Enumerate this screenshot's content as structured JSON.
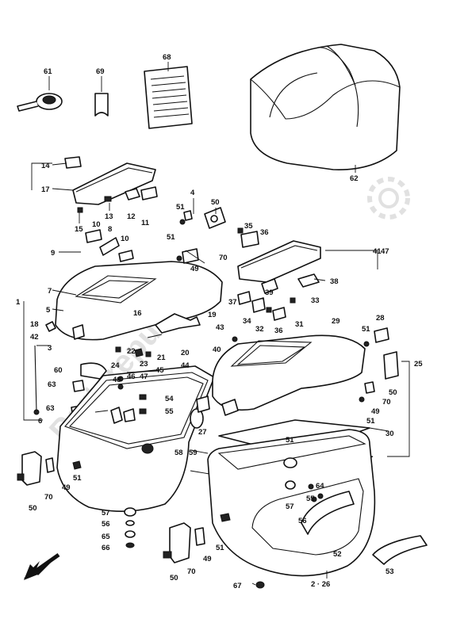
{
  "labels": [
    {
      "id": "l61",
      "text": "61"
    },
    {
      "id": "l69",
      "text": "69"
    },
    {
      "id": "l68",
      "text": "68"
    },
    {
      "id": "l62",
      "text": "62"
    },
    {
      "id": "l14",
      "text": "14"
    },
    {
      "id": "l17",
      "text": "17"
    },
    {
      "id": "l13",
      "text": "13"
    },
    {
      "id": "l12",
      "text": "12"
    },
    {
      "id": "l11",
      "text": "11"
    },
    {
      "id": "l15",
      "text": "15"
    },
    {
      "id": "l4",
      "text": "4"
    },
    {
      "id": "l50a",
      "text": "50"
    },
    {
      "id": "l51a",
      "text": "51"
    },
    {
      "id": "l10a",
      "text": "10"
    },
    {
      "id": "l8",
      "text": "8"
    },
    {
      "id": "l9",
      "text": "9"
    },
    {
      "id": "l10b",
      "text": "10"
    },
    {
      "id": "l51b",
      "text": "51"
    },
    {
      "id": "l70a",
      "text": "70"
    },
    {
      "id": "l49a",
      "text": "49"
    },
    {
      "id": "l35",
      "text": "35"
    },
    {
      "id": "l36",
      "text": "36"
    },
    {
      "id": "l47",
      "text": "47"
    },
    {
      "id": "l7",
      "text": "7"
    },
    {
      "id": "l38",
      "text": "38"
    },
    {
      "id": "l1",
      "text": "1"
    },
    {
      "id": "l5",
      "text": "5"
    },
    {
      "id": "l16",
      "text": "16"
    },
    {
      "id": "l37",
      "text": "37"
    },
    {
      "id": "l39",
      "text": "39"
    },
    {
      "id": "l33",
      "text": "33"
    },
    {
      "id": "l34",
      "text": "34"
    },
    {
      "id": "l32",
      "text": "32"
    },
    {
      "id": "l36b",
      "text": "36"
    },
    {
      "id": "l19",
      "text": "19"
    },
    {
      "id": "l43",
      "text": "43"
    },
    {
      "id": "l31",
      "text": "31"
    },
    {
      "id": "l29",
      "text": "29"
    },
    {
      "id": "l28",
      "text": "28"
    },
    {
      "id": "l18",
      "text": "18"
    },
    {
      "id": "l42",
      "text": "42"
    },
    {
      "id": "l3",
      "text": "3"
    },
    {
      "id": "l51c",
      "text": "51"
    },
    {
      "id": "l25",
      "text": "25"
    },
    {
      "id": "l22",
      "text": "22"
    },
    {
      "id": "l21",
      "text": "21"
    },
    {
      "id": "l20",
      "text": "20"
    },
    {
      "id": "l40",
      "text": "40"
    },
    {
      "id": "l23",
      "text": "23"
    },
    {
      "id": "l44",
      "text": "44"
    },
    {
      "id": "l24",
      "text": "24"
    },
    {
      "id": "l47b",
      "text": "47"
    },
    {
      "id": "l45",
      "text": "45"
    },
    {
      "id": "l46",
      "text": "46"
    },
    {
      "id": "l60",
      "text": "60"
    },
    {
      "id": "l48",
      "text": "48"
    },
    {
      "id": "l63a",
      "text": "63"
    },
    {
      "id": "l54",
      "text": "54"
    },
    {
      "id": "l55a",
      "text": "55"
    },
    {
      "id": "l50b",
      "text": "50"
    },
    {
      "id": "l70b",
      "text": "70"
    },
    {
      "id": "l49b",
      "text": "49"
    },
    {
      "id": "l51d",
      "text": "51"
    },
    {
      "id": "l63b",
      "text": "63"
    },
    {
      "id": "l6",
      "text": "6"
    },
    {
      "id": "l27",
      "text": "27"
    },
    {
      "id": "l51e",
      "text": "51"
    },
    {
      "id": "l30",
      "text": "30"
    },
    {
      "id": "l58",
      "text": "58"
    },
    {
      "id": "l59",
      "text": "59"
    },
    {
      "id": "l50c",
      "text": "50"
    },
    {
      "id": "l70c",
      "text": "70"
    },
    {
      "id": "l49c",
      "text": "49"
    },
    {
      "id": "l51f",
      "text": "51"
    },
    {
      "id": "l64",
      "text": "64"
    },
    {
      "id": "l57a",
      "text": "57"
    },
    {
      "id": "l55b",
      "text": "55"
    },
    {
      "id": "l56a",
      "text": "56"
    },
    {
      "id": "l57b",
      "text": "57"
    },
    {
      "id": "l56b",
      "text": "56"
    },
    {
      "id": "l65",
      "text": "65"
    },
    {
      "id": "l66",
      "text": "66"
    },
    {
      "id": "l50d",
      "text": "50"
    },
    {
      "id": "l70d",
      "text": "70"
    },
    {
      "id": "l49d",
      "text": "49"
    },
    {
      "id": "l51g",
      "text": "51"
    },
    {
      "id": "l52",
      "text": "52"
    },
    {
      "id": "l53",
      "text": "53"
    },
    {
      "id": "l67",
      "text": "67"
    },
    {
      "id": "l226",
      "text": "2 · 26"
    },
    {
      "id": "l41",
      "text": "41"
    }
  ],
  "watermark": "Partsrepublik",
  "colors": {
    "line": "#111111",
    "paper": "#ffffff",
    "watermark": "#c9c9c9"
  },
  "icons": {
    "gear": "gear-icon",
    "arrow": "front-direction-arrow-icon"
  }
}
